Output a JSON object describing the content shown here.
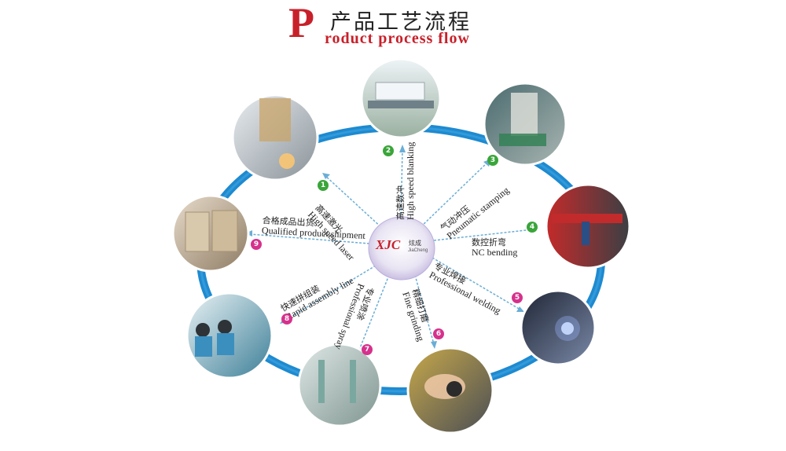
{
  "title": {
    "initial": "P",
    "chinese": "产品工艺流程",
    "english": "roduct process flow"
  },
  "center": {
    "logo_text": "XJC",
    "logo_cn": "炫成",
    "logo_en": "JiaCheng"
  },
  "steps": [
    {
      "num": "1",
      "cn": "高速激光",
      "en": "High speed laser"
    },
    {
      "num": "2",
      "cn": "高速数冲",
      "en": "High speed blanking"
    },
    {
      "num": "3",
      "cn": "气动冲压",
      "en": "Pneumatic stamping"
    },
    {
      "num": "4",
      "cn": "数控折弯",
      "en": "NC bending"
    },
    {
      "num": "5",
      "cn": "专业焊接",
      "en": "Professional welding"
    },
    {
      "num": "6",
      "cn": "精细打磨",
      "en": "Fine grinding"
    },
    {
      "num": "7",
      "cn": "专业喷涂",
      "en": "Professional spray"
    },
    {
      "num": "8",
      "cn": "快速拼组装",
      "en": "Rapid assembly line"
    },
    {
      "num": "9",
      "cn": "合格成品出货",
      "en": "Qualified product shipment"
    }
  ],
  "colors": {
    "title_red": "#c8202a",
    "ring_blue": "#1e8ad0",
    "arrow": "#6aaed6",
    "badge_green": "#3aa53a",
    "badge_magenta": "#d6318c"
  }
}
